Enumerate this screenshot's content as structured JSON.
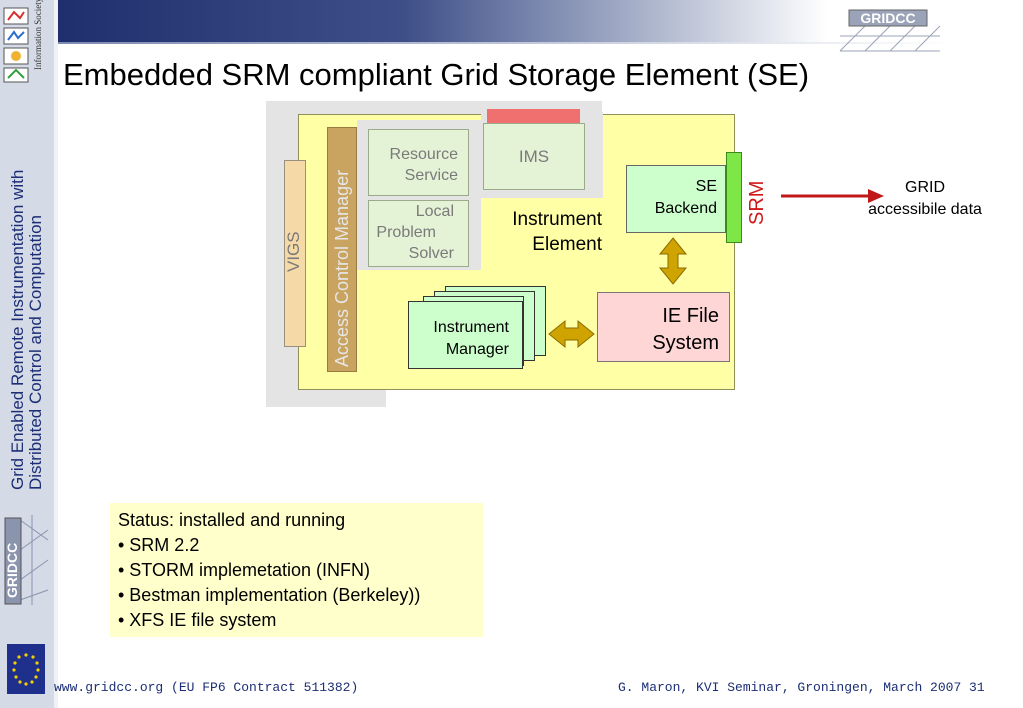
{
  "slide": {
    "title": "Embedded SRM compliant Grid Storage Element (SE)",
    "side_title_line1": "Grid Enabled Remote Instrumentation with",
    "side_title_line2": "Distributed Control and Computation",
    "ist_logo_text": "Information Society Technologies",
    "gridcc_logo_text": "GRIDCC"
  },
  "diagram": {
    "vigs": "VIGS",
    "access_control_manager": "Access Control Manager",
    "resource_service": [
      "Resource",
      "Service"
    ],
    "local_problem_solver": [
      "Local",
      "Problem",
      "Solver"
    ],
    "ims": "IMS",
    "instrument_element": [
      "Instrument",
      "Element"
    ],
    "se_backend": [
      "SE",
      "Backend"
    ],
    "srm": "SRM",
    "ie_file_system": [
      "IE File",
      "System"
    ],
    "instrument_manager": [
      "Instrument",
      "Manager"
    ],
    "grid_accessible": [
      "GRID",
      "accessibile data"
    ]
  },
  "status": {
    "heading": "Status: installed and running",
    "items": [
      "• SRM 2.2",
      "• STORM implemetation (INFN)",
      "• Bestman implementation (Berkeley))",
      "• XFS IE file system"
    ]
  },
  "footer": {
    "left": "www.gridcc.org (EU FP6 Contract 511382)",
    "right": "G. Maron, KVI Seminar, Groningen,  March 2007   31"
  },
  "colors": {
    "title_blue": "#1c2e75",
    "srm_red": "#d01818",
    "ie_yellow": "#ffffa6",
    "srm_green": "#7ee646"
  }
}
